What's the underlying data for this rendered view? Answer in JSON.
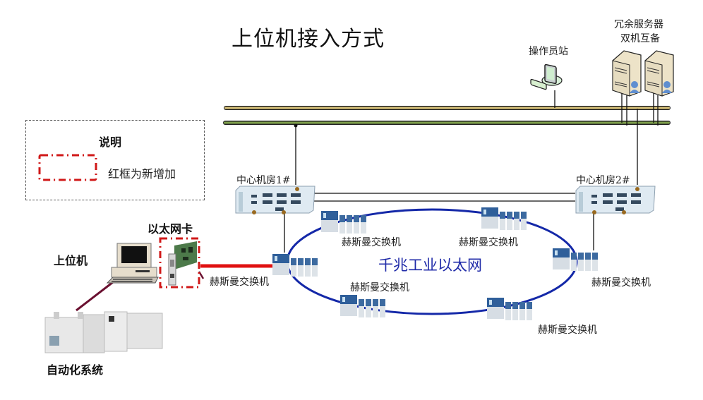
{
  "title": "上位机接入方式",
  "legend": {
    "heading": "说明",
    "items": [
      {
        "symbol": "red-dash-dot-frame",
        "text": "红框为新增加"
      }
    ]
  },
  "nodes": {
    "operator_station": {
      "label": "操作员站",
      "icon": "workstation-icon"
    },
    "redundant_servers": {
      "label_line1": "冗余服务器",
      "label_line2": "双机互备",
      "icon": "server-icon"
    },
    "center_room_1": {
      "label": "中心机房1#",
      "icon": "rack-switch-icon"
    },
    "center_room_2": {
      "label": "中心机房2#",
      "icon": "rack-switch-icon"
    },
    "host_computer": {
      "label": "上位机",
      "icon": "desktop-pc-icon"
    },
    "ethernet_card": {
      "label": "以太网卡",
      "icon": "network-card-icon",
      "highlight": "new"
    },
    "automation_system": {
      "label": "自动化系统",
      "icon": "plc-icon"
    },
    "ring_network": {
      "label": "千兆工业以太网"
    },
    "ring_switches": [
      {
        "label": "赫斯曼交换机"
      },
      {
        "label": "赫斯曼交换机"
      },
      {
        "label": "赫斯曼交换机"
      },
      {
        "label": "赫斯曼交换机"
      },
      {
        "label": "赫斯曼交换机"
      },
      {
        "label": "赫斯曼交换机"
      }
    ]
  },
  "colors": {
    "bus_top": "#d9c37a",
    "bus_bottom": "#7fa04c",
    "ring": "#1428a8",
    "new_link": "#e01010",
    "legend_frame": "#d01818",
    "net_label": "#1f2aa8"
  }
}
